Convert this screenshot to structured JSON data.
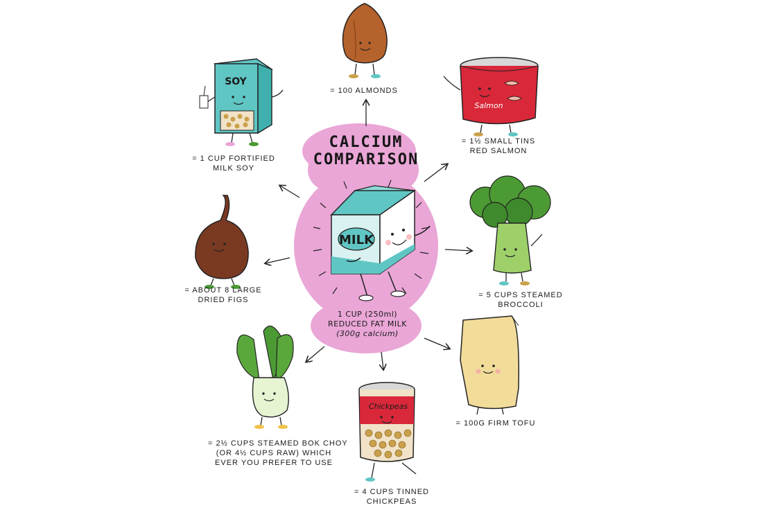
{
  "title": {
    "line1": "CALCIUM",
    "line2": "COMPARISON"
  },
  "center": {
    "carton_text": "MILK",
    "caption_line1": "1 CUP (250ml)",
    "caption_line2": "REDUCED FAT MILK",
    "caption_line3": "(300g calcium)"
  },
  "items": {
    "almonds": {
      "line1": "= 100 ALMONDS"
    },
    "salmon": {
      "can_text": "Salmon",
      "line1": "= 1½ SMALL TINS",
      "line2": "RED SALMON"
    },
    "broccoli": {
      "line1": "= 5 CUPS STEAMED",
      "line2": "BROCCOLI"
    },
    "tofu": {
      "line1": "= 100g FIRM TOFU"
    },
    "chickpeas": {
      "can_text": "Chickpeas",
      "line1": "= 4 CUPS TINNED",
      "line2": "CHICKPEAS"
    },
    "bokchoy": {
      "line1": "= 2½ CUPS STEAMED BOK CHOY",
      "line2": "(OR 4½ CUPS RAW) WHICH",
      "line3": "EVER YOU PREFER TO USE"
    },
    "figs": {
      "line1": "= ABOUT 8 LARGE",
      "line2": "DRIED FIGS"
    },
    "soy": {
      "carton_text": "SOY",
      "line1": "= 1 CUP FORTIFIED",
      "line2": "MILK SOY"
    }
  },
  "colors": {
    "pink": "#e9a6d6",
    "teal": "#5fc6c4",
    "salmon_red": "#d8283a",
    "broccoli_green": "#4c9a34",
    "fig_brown": "#7a3a22",
    "almond_brown": "#b5622c",
    "tofu_yellow": "#f2dc9a",
    "bokchoy_green": "#5aa83c"
  },
  "icons": [
    "almond-character",
    "salmon-tin-character",
    "broccoli-character",
    "tofu-character",
    "chickpea-tin-character",
    "bok-choy-character",
    "fig-character",
    "soy-carton-character",
    "milk-carton-character"
  ]
}
